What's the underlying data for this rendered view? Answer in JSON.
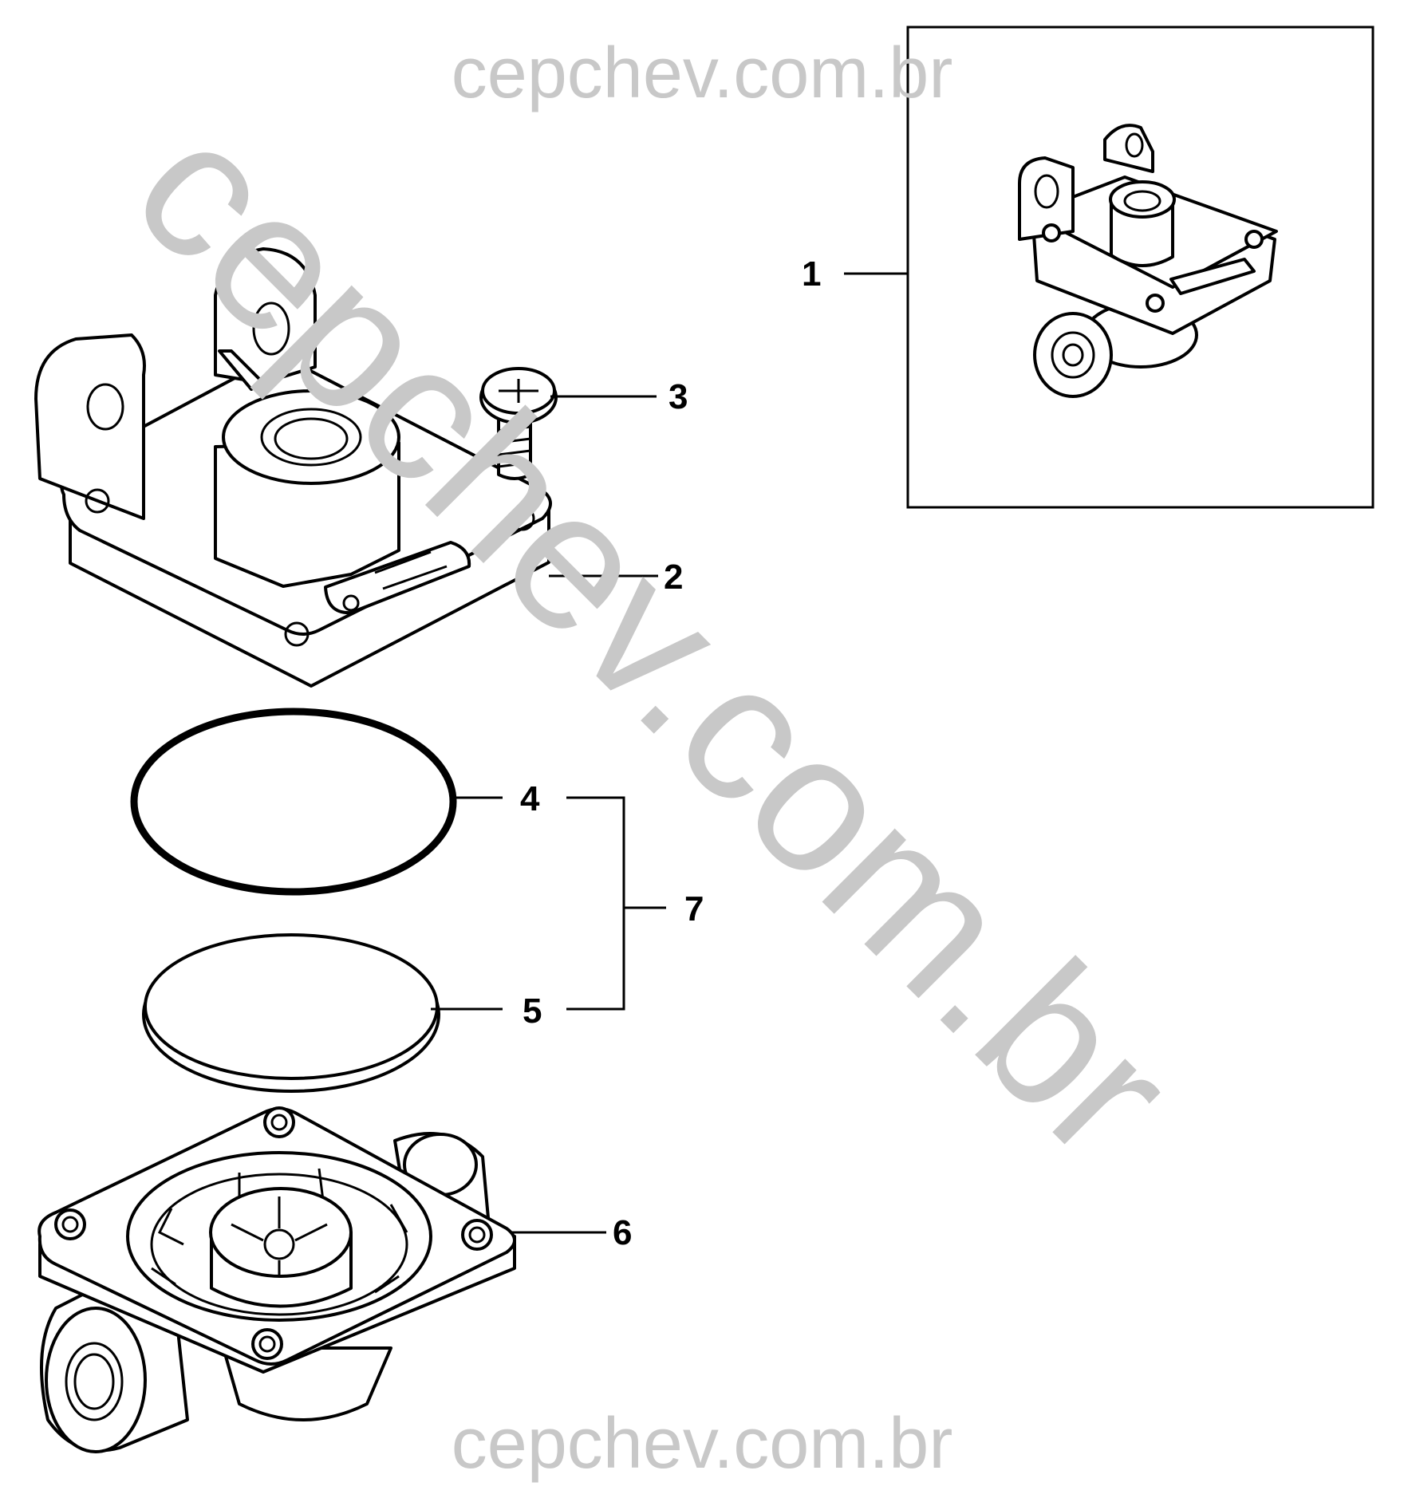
{
  "watermarks": {
    "top": "cepchev.com.br",
    "diagonal": "cepchev.com.br",
    "bottom": "cepchev.com.br"
  },
  "callouts": [
    {
      "id": "1",
      "label": "1"
    },
    {
      "id": "2",
      "label": "2"
    },
    {
      "id": "3",
      "label": "3"
    },
    {
      "id": "4",
      "label": "4"
    },
    {
      "id": "5",
      "label": "5"
    },
    {
      "id": "6",
      "label": "6"
    },
    {
      "id": "7",
      "label": "7"
    }
  ]
}
